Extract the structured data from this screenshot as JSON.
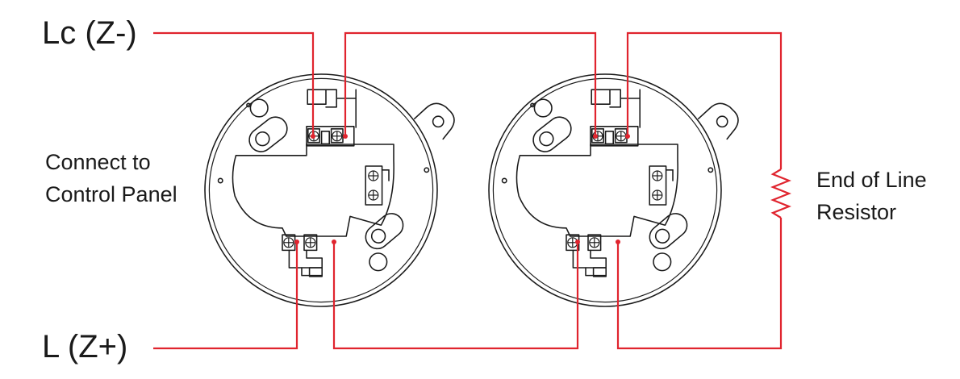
{
  "labels": {
    "lc": "Lc (Z-)",
    "l": "L (Z+)",
    "panel_line1": "Connect to",
    "panel_line2": "Control Panel",
    "resistor_line1": "End of Line",
    "resistor_line2": "Resistor"
  },
  "colors": {
    "wire": "#e0242e",
    "outline": "#1a1a1a",
    "background": "#ffffff"
  }
}
